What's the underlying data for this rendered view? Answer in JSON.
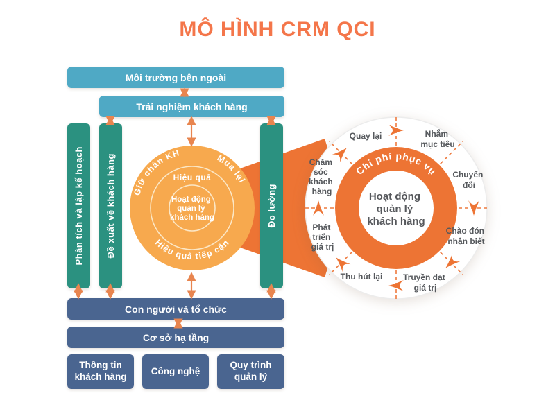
{
  "title": "MÔ HÌNH CRM QCI",
  "colors": {
    "teal": "#4fa9c5",
    "green": "#2b9180",
    "orange_light": "#f7a94e",
    "orange_dark": "#ed7434",
    "navy": "#4a6590",
    "arrow": "#e8854f",
    "title": "#f4764a",
    "label_gray": "#55585c"
  },
  "top_bars": {
    "external_env": "Môi trường bên ngoài",
    "customer_experience": "Trải nghiệm khách hàng"
  },
  "columns": {
    "analysis_planning": "Phân tích và lập kế hoạch",
    "customer_proposition": "Đề xuất về khách hàng",
    "measurement": "Đo lường"
  },
  "core_circle": {
    "retention": "Giữ chân KH",
    "acquisition": "Mua lại",
    "reach_efficiency": "Hiệu quả tiếp cận",
    "efficiency": "Hiệu quả",
    "center": [
      "Hoạt động",
      "quản lý",
      "khách hàng"
    ]
  },
  "detail_circle": {
    "cost_to_serve": "Chi phí phục vụ",
    "center": [
      "Hoạt động",
      "quản lý",
      "khách hàng"
    ],
    "segments": {
      "quay_lai": "Quay lại",
      "nham_muc_tieu": [
        "Nhắm",
        "mục tiêu"
      ],
      "chuyen_doi": [
        "Chuyển",
        "đổi"
      ],
      "chao_don": [
        "Chào đón",
        "nhận biết"
      ],
      "truyen_dat": [
        "Truyền đạt",
        "giá trị"
      ],
      "thu_hut_lai": "Thu hút lại",
      "phat_trien": [
        "Phát",
        "triển",
        "giá trị"
      ],
      "cham_soc": [
        "Chăm",
        "sóc",
        "khách",
        "hàng"
      ]
    }
  },
  "bottom": {
    "people_org": "Con người và tổ chức",
    "infrastructure": "Cơ sở hạ tầng",
    "boxes": {
      "customer_info": [
        "Thông tin",
        "khách hàng"
      ],
      "technology": "Công nghệ",
      "process": [
        "Quy trình",
        "quản lý"
      ]
    }
  }
}
